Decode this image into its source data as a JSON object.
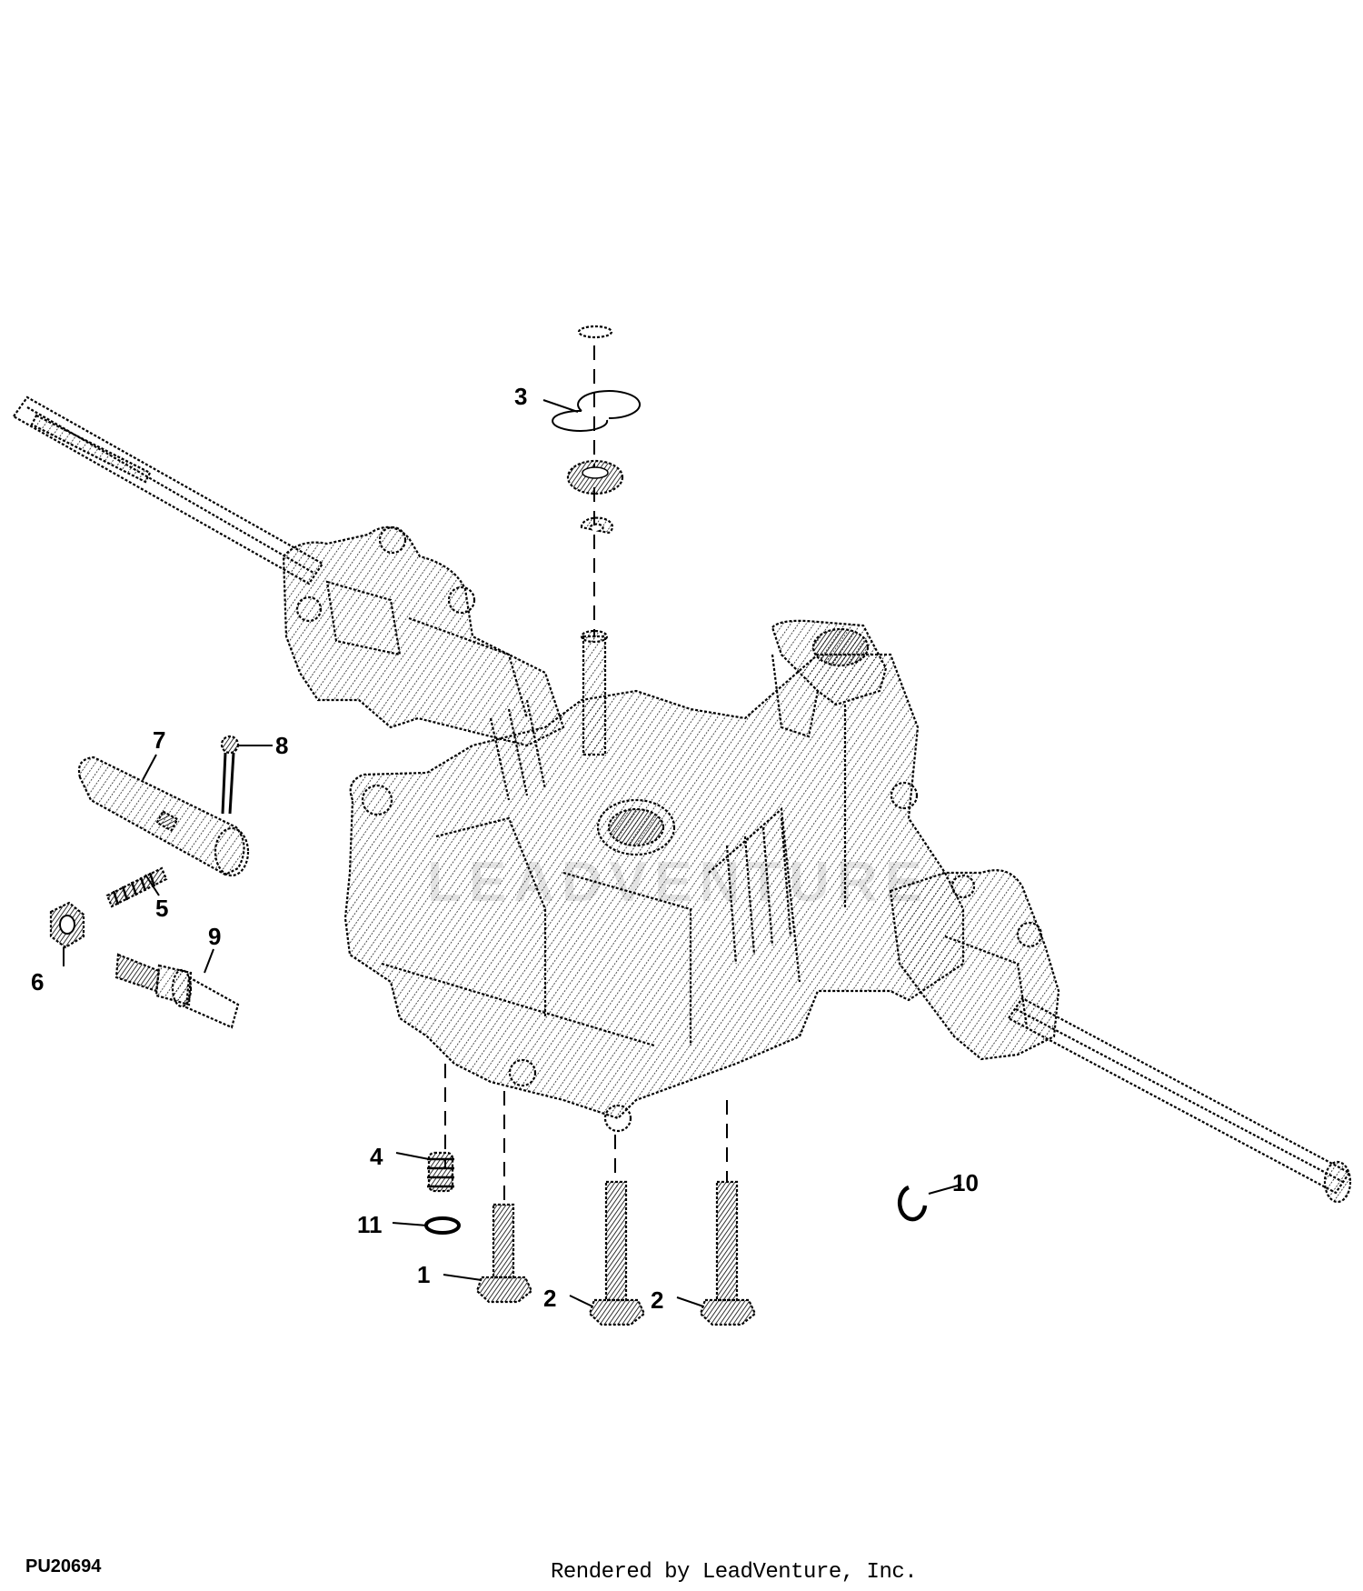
{
  "figure_id": "PU20694",
  "render_credit": "Rendered by LeadVenture, Inc.",
  "watermark": "LEADVENTURE",
  "callouts": [
    "1",
    "2",
    "2",
    "3",
    "4",
    "5",
    "6",
    "7",
    "8",
    "9",
    "10",
    "11"
  ]
}
